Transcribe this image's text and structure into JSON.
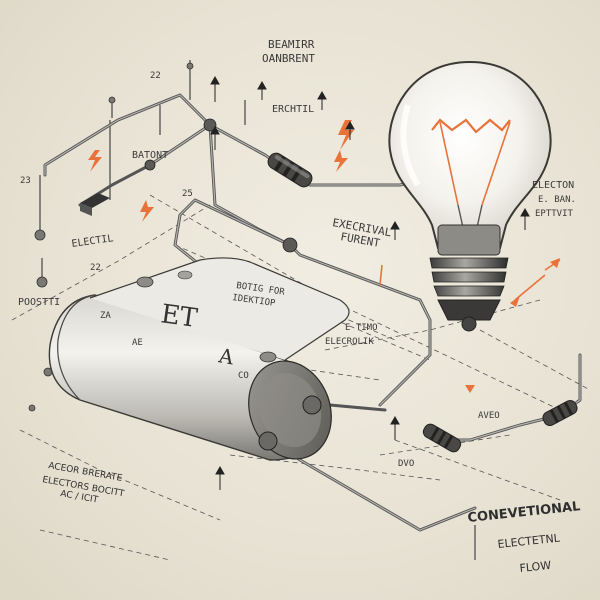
{
  "labels": {
    "top_left_1": "BEAMIRR",
    "top_left_2": "OANBRENT",
    "erchtil": "ERCHTIL",
    "batont": "BATONT",
    "electil": "ELECTIL",
    "positi": "POOSTTI",
    "electrical_1": "EXECRIVAL",
    "electrical_2": "FURENT",
    "battery_mid_1": "BOTIG FOR",
    "battery_mid_2": "IDEKTIOP",
    "electrolik_1": "E TIMO",
    "electrolik_2": "ELECROLIK",
    "electon_1": "ELECTON",
    "electon_2": "E. BAN.",
    "electon_3": "EPTTVIT",
    "battery_face_1": "ET",
    "battery_face_2": "A",
    "battery_side_1": "ZA",
    "battery_side_2": "AE",
    "battery_side_3": "CO",
    "bottom_left_1": "ACEOR BRERATE",
    "bottom_left_2": "ELECTORS BOCITT",
    "bottom_left_3": "AC / ICIT",
    "aveo": "AVEO",
    "dvo": "DVO",
    "conventional_1": "CONEVETIONAL",
    "conventional_2": "ELECTETNL",
    "conventional_3": "FLOW",
    "n23a": "23",
    "n22a": "22",
    "n22b": "22",
    "n25": "25"
  },
  "colors": {
    "accent": "#e8733a",
    "ink": "#2b2b2b",
    "paper": "#ece7d9"
  },
  "icons": [
    "lightning-bolt-icon",
    "arrow-up-icon",
    "arrow-down-icon"
  ]
}
